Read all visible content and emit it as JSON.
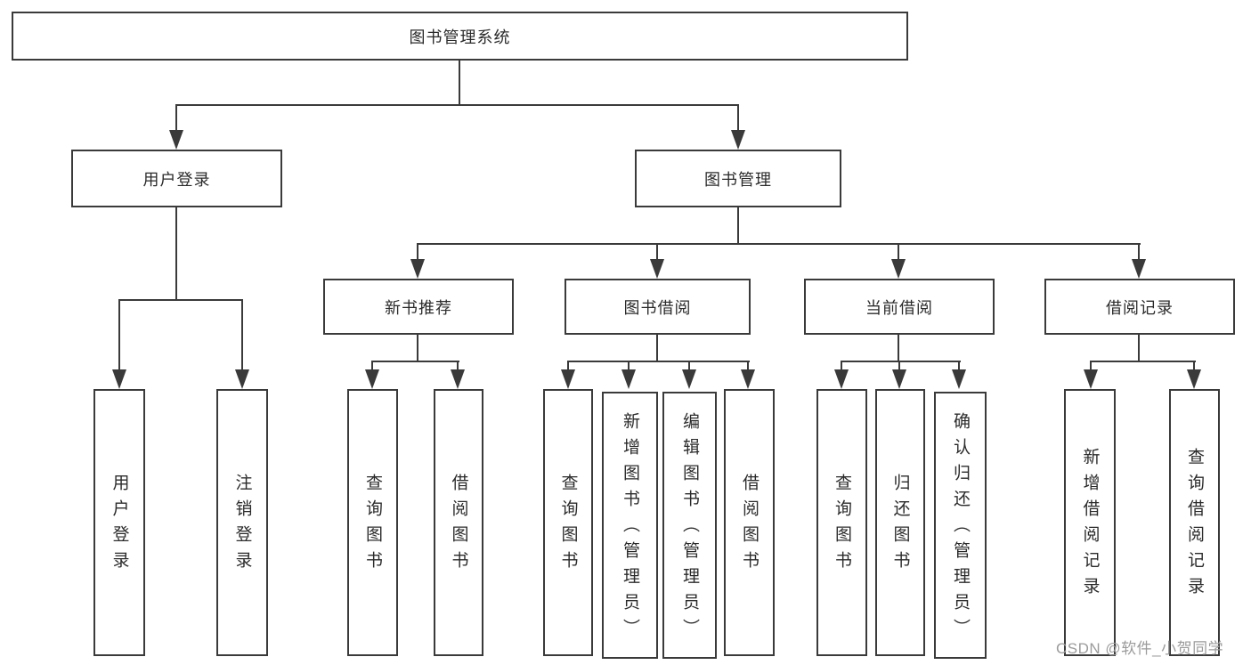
{
  "diagram": {
    "root": {
      "label": "图书管理系统"
    },
    "level2": {
      "user_login": {
        "label": "用户登录"
      },
      "book_management": {
        "label": "图书管理"
      }
    },
    "level3": {
      "new_book": {
        "label": "新书推荐"
      },
      "book_borrow": {
        "label": "图书借阅"
      },
      "current_borrow": {
        "label": "当前借阅"
      },
      "borrow_records": {
        "label": "借阅记录"
      }
    },
    "leaves": {
      "ul_login": {
        "label": "用户登录"
      },
      "ul_logout": {
        "label": "注销登录"
      },
      "nb_query": {
        "label": "查询图书"
      },
      "nb_borrow": {
        "label": "借阅图书"
      },
      "bb_query": {
        "label": "查询图书"
      },
      "bb_add": {
        "label": "新增图书（管理员）"
      },
      "bb_edit": {
        "label": "编辑图书（管理员）"
      },
      "bb_borrow": {
        "label": "借阅图书"
      },
      "cb_query": {
        "label": "查询图书"
      },
      "cb_return": {
        "label": "归还图书"
      },
      "cb_confirm": {
        "label": "确认归还（管理员）"
      },
      "br_add": {
        "label": "新增借阅记录"
      },
      "br_query": {
        "label": "查询借阅记录"
      }
    }
  },
  "watermark": {
    "text": "CSDN @软件_小贺同学"
  },
  "colors": {
    "line": "#3a3a3a",
    "text": "#2b2b2b",
    "watermark": "#9b9b9b",
    "background": "#ffffff"
  }
}
